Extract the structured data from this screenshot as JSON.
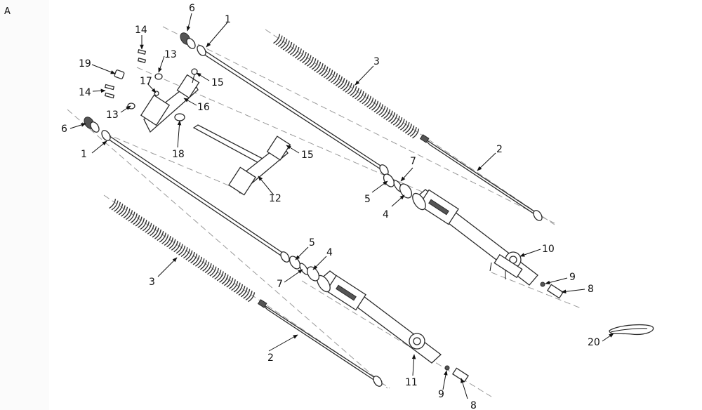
{
  "figure": {
    "panel_letter": "A",
    "callouts": {
      "c1a": "1",
      "c1b": "1",
      "c2a": "2",
      "c2b": "2",
      "c3a": "3",
      "c3b": "3",
      "c4a": "4",
      "c4b": "4",
      "c5a": "5",
      "c5b": "5",
      "c6a": "6",
      "c6b": "6",
      "c7a": "7",
      "c7b": "7",
      "c8a": "8",
      "c8b": "8",
      "c9a": "9",
      "c9b": "9",
      "c10": "10",
      "c11": "11",
      "c12": "12",
      "c13a": "13",
      "c13b": "13",
      "c14a": "14",
      "c14b": "14",
      "c15a": "15",
      "c15b": "15",
      "c16": "16",
      "c17": "17",
      "c18": "18",
      "c19": "19",
      "c20": "20"
    }
  }
}
